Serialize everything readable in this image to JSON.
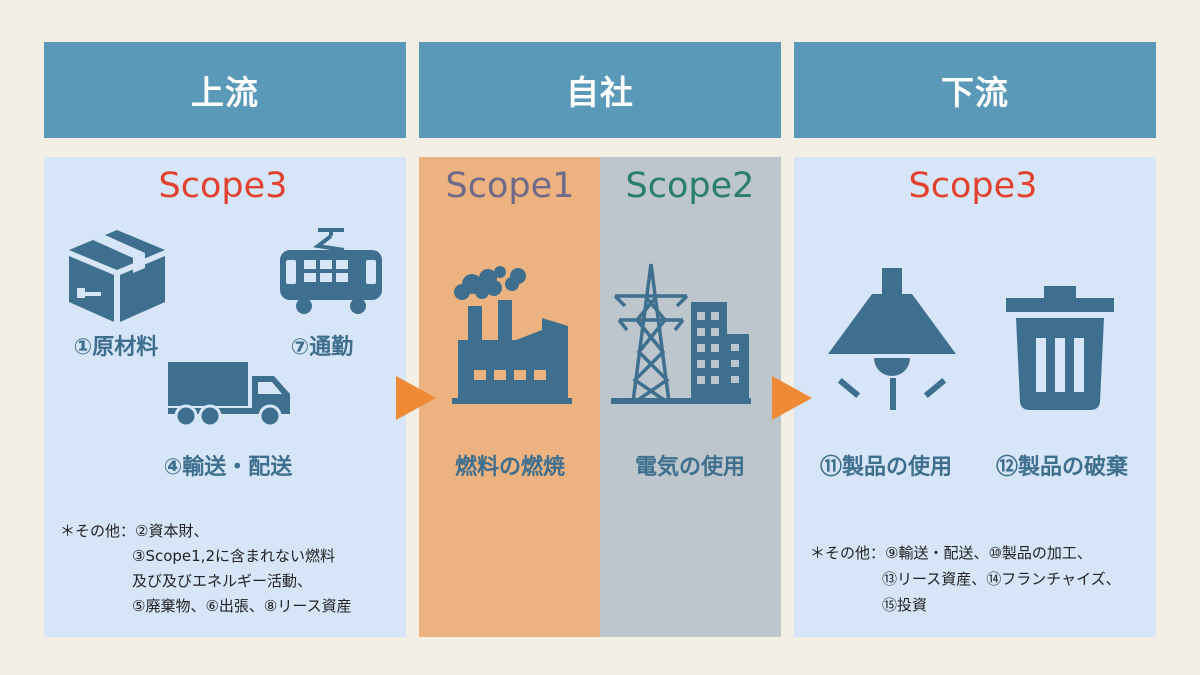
{
  "headers": {
    "upstream": "上流",
    "own_company": "自社",
    "downstream": "下流"
  },
  "upstream": {
    "scope": "Scope3",
    "items": {
      "raw_materials": "①原材料",
      "commute": "⑦通勤",
      "transport": "④輸送・配送"
    },
    "note_lines": [
      "＊その他：②資本財、",
      "③Scope1,2に含まれない燃料",
      "及び及びエネルギー活動、",
      "⑤廃棄物、⑥出張、⑧リース資産"
    ]
  },
  "own": {
    "scope1": "Scope1",
    "scope2": "Scope2",
    "fuel_combustion": "燃料の燃焼",
    "electricity_use": "電気の使用"
  },
  "downstream": {
    "scope": "Scope3",
    "items": {
      "product_use": "⑪製品の使用",
      "product_disposal": "⑫製品の破棄"
    },
    "note_lines": [
      "＊その他：⑨輸送・配送、⑩製品の加工、",
      "⑬リース資産、⑭フランチャイズ、",
      "⑮投資"
    ]
  },
  "colors": {
    "background": "#f3efe5",
    "header": "#5b99b9",
    "panel_blue": "#d6e5f8",
    "panel_orange": "#ecb27f",
    "panel_grey": "#bcc6cc",
    "icon": "#3f6f8e",
    "scope3_red": "#e2412d",
    "scope1_purple": "#6f6a8a",
    "scope2_teal": "#2a7d6f",
    "arrow": "#ee8a34"
  }
}
